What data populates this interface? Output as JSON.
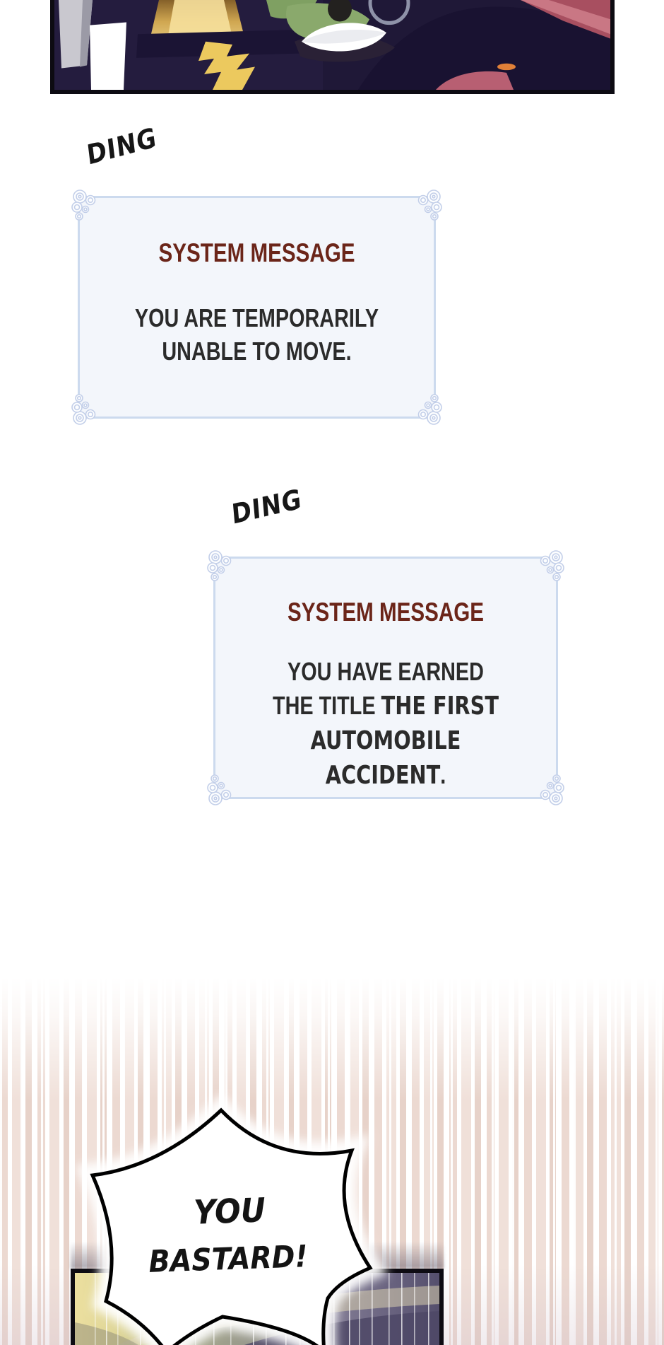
{
  "page": {
    "kind": "webtoon comic strip segment",
    "background": "#ffffff"
  },
  "sfx": {
    "ding1": "DING",
    "ding2": "DING"
  },
  "system_messages": [
    {
      "title": "SYSTEM MESSAGE",
      "lines": [
        "YOU ARE TEMPORARILY",
        "UNABLE TO MOVE."
      ]
    },
    {
      "title": "SYSTEM MESSAGE",
      "line1": "YOU HAVE EARNED",
      "line2_regular": "THE TITLE ",
      "line2_bold": "THE FIRST",
      "line3_bold": "AUTOMOBILE ACCIDENT",
      "line3_regular": "."
    }
  ],
  "speech_bubble": {
    "line1": "YOU",
    "line2": "BASTARD!"
  },
  "panels": {
    "top": {
      "alt": "cropped dark indigo close-up artwork with gold light beam, blond hair, green goggles and red figure"
    },
    "bottom": {
      "alt": "cropped artwork with yellow-to-purple gradient and vertical motion streaks behind shout bubble"
    }
  },
  "colors": {
    "system_title": "#6b2519",
    "system_body": "#2b2b2b",
    "box_border": "#ccdaee",
    "box_fill": "#f3f6fb",
    "ornament": "#c3cfe9",
    "panel_border": "#0d0b12",
    "speedline_pink": "#ecd9d1",
    "bubble_fill": "#ffffff",
    "bubble_outline": "#000000"
  }
}
